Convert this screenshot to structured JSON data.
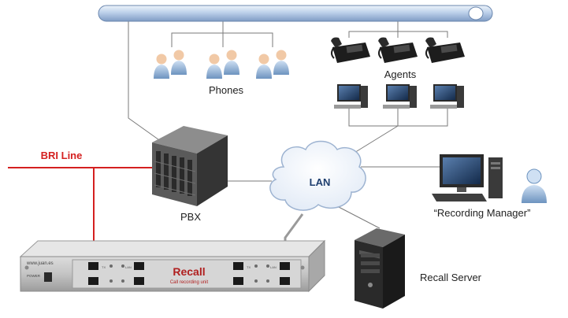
{
  "labels": {
    "phones": "Phones",
    "agents": "Agents",
    "bri_line": "BRI Line",
    "pbx": "PBX",
    "lan": "LAN",
    "recording_manager": "“Recording Manager”",
    "recall_server": "Recall Server"
  },
  "recorder": {
    "brand": "Recall",
    "subtitle": "Call recording unit",
    "url": "www.juan.es",
    "power": "POWER",
    "port_tx": "TX",
    "port_lan": "LAN"
  },
  "colors": {
    "bri_line": "#d42020",
    "bus": "#b9cde6",
    "connector": "#7a7a7a"
  },
  "icons": {
    "bus": "network-bus-pipe",
    "phones": "people-icon",
    "agents": "desk-phone-icon",
    "computers": "desktop-computer-icon",
    "pbx": "pbx-cabinet-icon",
    "lan": "cloud-icon",
    "manager": "workstation-icon",
    "server": "tower-server-icon",
    "recorder": "rack-recorder-icon"
  }
}
